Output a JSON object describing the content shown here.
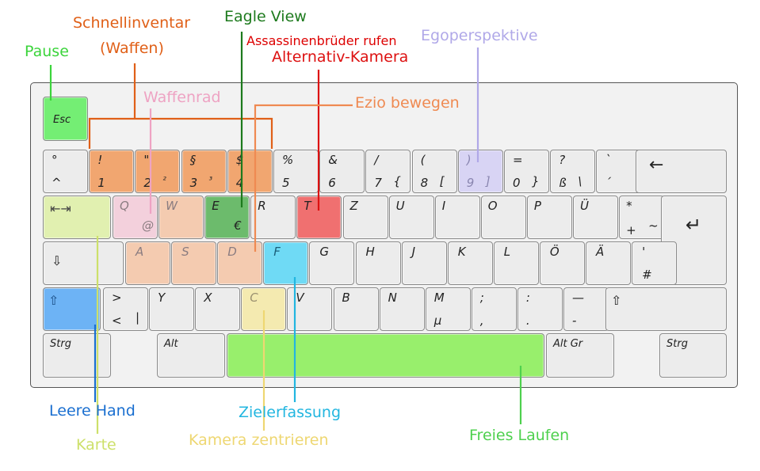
{
  "labels": {
    "pause": "Pause",
    "schnellinventar_1": "Schnellinventar",
    "schnellinventar_2": "(Waffen)",
    "eagle_view": "Eagle View",
    "assassinen": "Assassinenbrüder rufen",
    "alternativ": "Alternativ-Kamera",
    "egoperspektive": "Egoperspektive",
    "waffenrad": "Waffenrad",
    "ezio": "Ezio bewegen",
    "leere_hand": "Leere Hand",
    "karte": "Karte",
    "zielerfassung": "Zielerfassung",
    "kamera": "Kamera zentrieren",
    "freies_laufen": "Freies Laufen"
  },
  "label_colors": {
    "pause": "#3bd43b",
    "schnellinventar": "#e06018",
    "eagle_view": "#1d7a1d",
    "assassinen": "#dd0000",
    "alternativ": "#dd1111",
    "egoperspektive": "#b0a8e8",
    "waffenrad": "#eea3c3",
    "ezio": "#ef8a52",
    "leere_hand": "#1a6fd0",
    "karte": "#cde06a",
    "zielerfassung": "#22b6e0",
    "kamera": "#eed772",
    "freies_laufen": "#4ed04e"
  },
  "keys": {
    "esc": "Esc",
    "r1": [
      {
        "t": "°",
        "b": "^"
      },
      {
        "t": "!",
        "b": "1"
      },
      {
        "t": "\"",
        "b": "2",
        "s": "²"
      },
      {
        "t": "§",
        "b": "3",
        "s": "³"
      },
      {
        "t": "$",
        "b": "4"
      },
      {
        "t": "%",
        "b": "5"
      },
      {
        "t": "&",
        "b": "6"
      },
      {
        "t": "/",
        "b": "7",
        "s": "{"
      },
      {
        "t": "(",
        "b": "8",
        "s": "["
      },
      {
        "t": ")",
        "b": "9",
        "s": "]"
      },
      {
        "t": "=",
        "b": "0",
        "s": "}"
      },
      {
        "t": "?",
        "b": "ß",
        "s": "\\"
      },
      {
        "t": "`",
        "b": "´"
      }
    ],
    "backspace": "←",
    "tab": "⇤⇥",
    "r2": [
      {
        "t": "Q",
        "s": "@"
      },
      {
        "t": "W"
      },
      {
        "t": "E",
        "s": "€"
      },
      {
        "t": "R"
      },
      {
        "t": "T"
      },
      {
        "t": "Z"
      },
      {
        "t": "U"
      },
      {
        "t": "I"
      },
      {
        "t": "O"
      },
      {
        "t": "P"
      },
      {
        "t": "Ü"
      },
      {
        "t": "*",
        "b": "+",
        "s": "~"
      }
    ],
    "enter": "↵",
    "caps": "⇩",
    "r3": [
      {
        "t": "A"
      },
      {
        "t": "S"
      },
      {
        "t": "D"
      },
      {
        "t": "F"
      },
      {
        "t": "G"
      },
      {
        "t": "H"
      },
      {
        "t": "J"
      },
      {
        "t": "K"
      },
      {
        "t": "L"
      },
      {
        "t": "Ö"
      },
      {
        "t": "Ä"
      },
      {
        "t": "'",
        "b": "#"
      }
    ],
    "lshift": "⇧",
    "r4": [
      {
        "t": ">",
        "b": "<",
        "s": "|"
      },
      {
        "t": "Y"
      },
      {
        "t": "X"
      },
      {
        "t": "C"
      },
      {
        "t": "V"
      },
      {
        "t": "B"
      },
      {
        "t": "N"
      },
      {
        "t": "M",
        "b": "µ"
      },
      {
        "t": ";",
        "b": ","
      },
      {
        "t": ":",
        "b": "."
      },
      {
        "t": "—",
        "b": "-"
      }
    ],
    "rshift": "⇧",
    "strg_l": "Strg",
    "alt": "Alt",
    "altgr": "Alt Gr",
    "strg_r": "Strg"
  },
  "key_colors": {
    "esc": "#74ee74",
    "weapons": "#f1a670",
    "waffenrad": "#f3d0dc",
    "ezio": "#f4cbb0",
    "eagle": "#6cbb6c",
    "alt_cam": "#f07070",
    "ego": "#d8d4f4",
    "tab": "#e1f0b0",
    "f": "#6fdaf5",
    "c": "#f4eab0",
    "lshift": "#6db3f5",
    "space": "#98ef6c",
    "default": "#ececec"
  }
}
